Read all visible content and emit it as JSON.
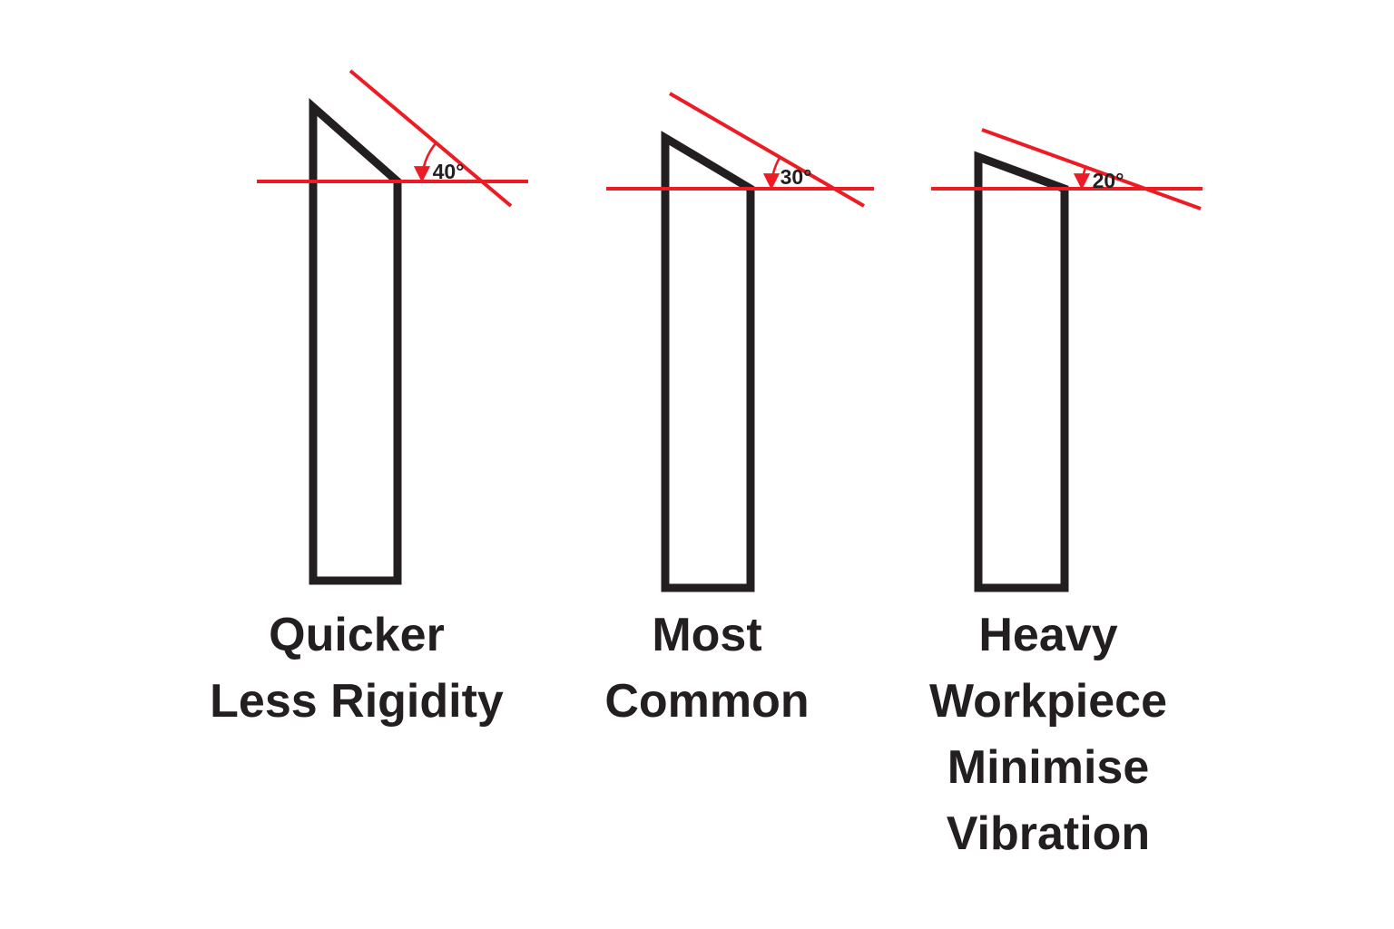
{
  "background": "#ffffff",
  "colors": {
    "tool_outline": "#231f20",
    "annotation_red": "#ed1c24",
    "caption_text": "#231f20"
  },
  "tools": [
    {
      "id": "40-degree-tool",
      "angle_label": "40°",
      "angle_degrees": 40,
      "caption_lines": [
        "Quicker",
        "Less Rigidity"
      ]
    },
    {
      "id": "30-degree-tool",
      "angle_label": "30°",
      "angle_degrees": 30,
      "caption_lines": [
        "Most",
        "Common"
      ]
    },
    {
      "id": "20-degree-tool",
      "angle_label": "20°",
      "angle_degrees": 20,
      "caption_lines": [
        "Heavy",
        "Workpiece",
        "Minimise",
        "Vibration"
      ]
    }
  ]
}
